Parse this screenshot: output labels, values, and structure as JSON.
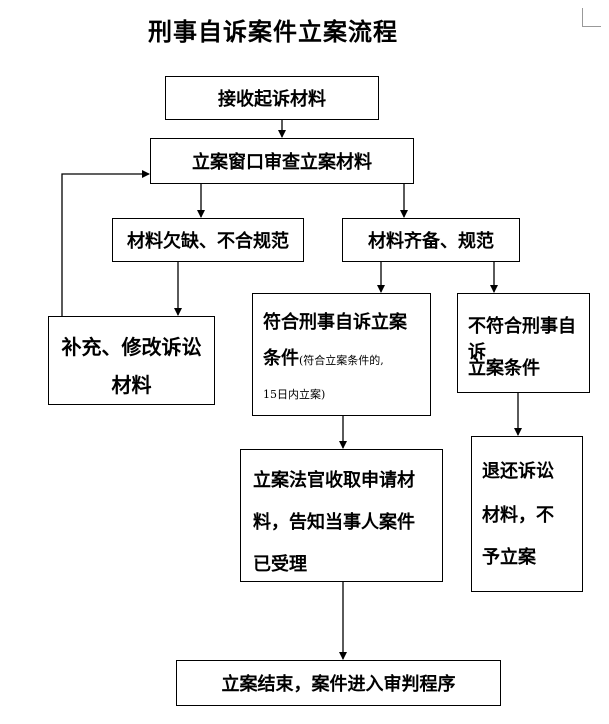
{
  "title": "刑事自诉案件立案流程",
  "nodes": {
    "receive": "接收起诉材料",
    "review": "立案窗口审查立案材料",
    "incomplete": "材料欠缺、不合规范",
    "complete": "材料齐备、规范",
    "supplement_line1": "补充、修改诉讼",
    "supplement_line2": "材料",
    "meets_line1": "符合刑事自诉立案",
    "meets_line2": "条件",
    "meets_note_line1": "(符合立案条件的,",
    "meets_note_line2": "15日内立案)",
    "not_meets_line1": "不符合刑事自诉",
    "not_meets_line2": "立案条件",
    "judge_line1": "立案法官收取申请材",
    "judge_line2": "料，告知当事人案件",
    "judge_line3": "已受理",
    "return_line1": "退还诉讼",
    "return_line2": "材料，不",
    "return_line3": "予立案",
    "end": "立案结束，案件进入审判程序"
  }
}
